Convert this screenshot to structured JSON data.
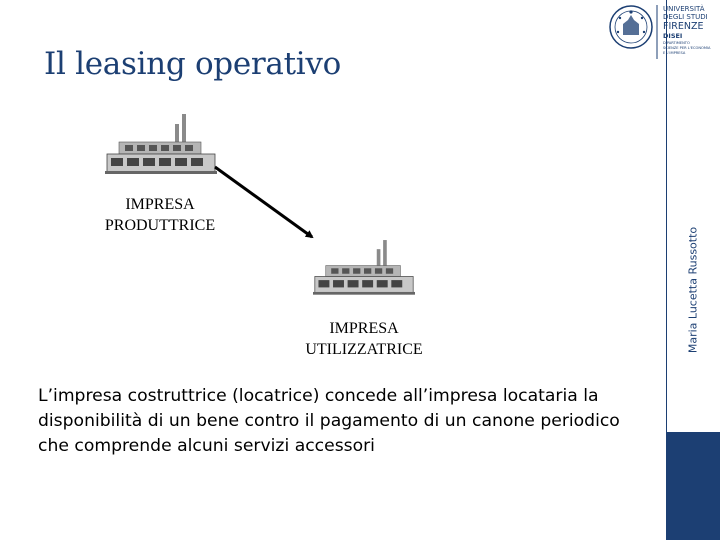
{
  "slide": {
    "title": "Il leasing operativo",
    "author": "Maria Lucetta Russotto"
  },
  "logo": {
    "lines": [
      "UNIVERSITÀ",
      "DEGLI STUDI",
      "FIRENZE"
    ],
    "dept": "DISEI",
    "dept_lines": [
      "DIPARTIMENTO",
      "SCIENZE PER L'ECONOMIA",
      "E L'IMPRESA"
    ]
  },
  "diagram": {
    "producer_label": [
      "IMPRESA",
      "PRODUTTRICE"
    ],
    "user_label": [
      "IMPRESA",
      "UTILIZZATRICE"
    ]
  },
  "body": {
    "text": "L’impresa costruttrice (locatrice) concede all’impresa locataria la disponibilità di un bene contro il pagamento di un canone periodico che comprende alcuni servizi accessori"
  },
  "colors": {
    "primary": "#1c3f73",
    "background": "#ffffff"
  }
}
